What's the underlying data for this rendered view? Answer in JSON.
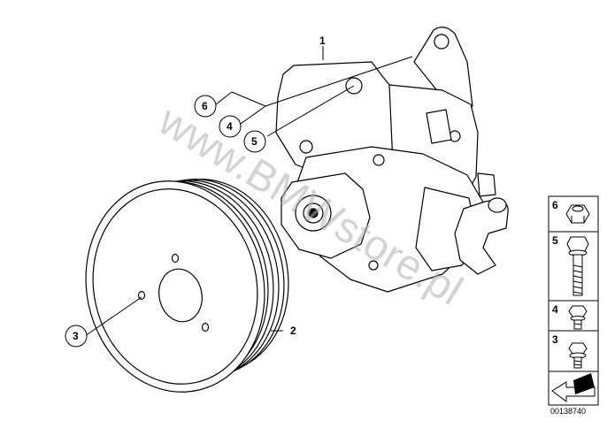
{
  "callouts": {
    "c1": "1",
    "c2": "2",
    "c3": "3",
    "c4": "4",
    "c5": "5",
    "c6": "6"
  },
  "side_panel": {
    "item6": "6",
    "item5": "5",
    "item4": "4",
    "item3": "3"
  },
  "reference_code": "00138740",
  "watermark": "www.BMWstore.pl",
  "colors": {
    "line": "#000000",
    "watermark": "#b0b0b0",
    "panel_border": "#000000"
  }
}
